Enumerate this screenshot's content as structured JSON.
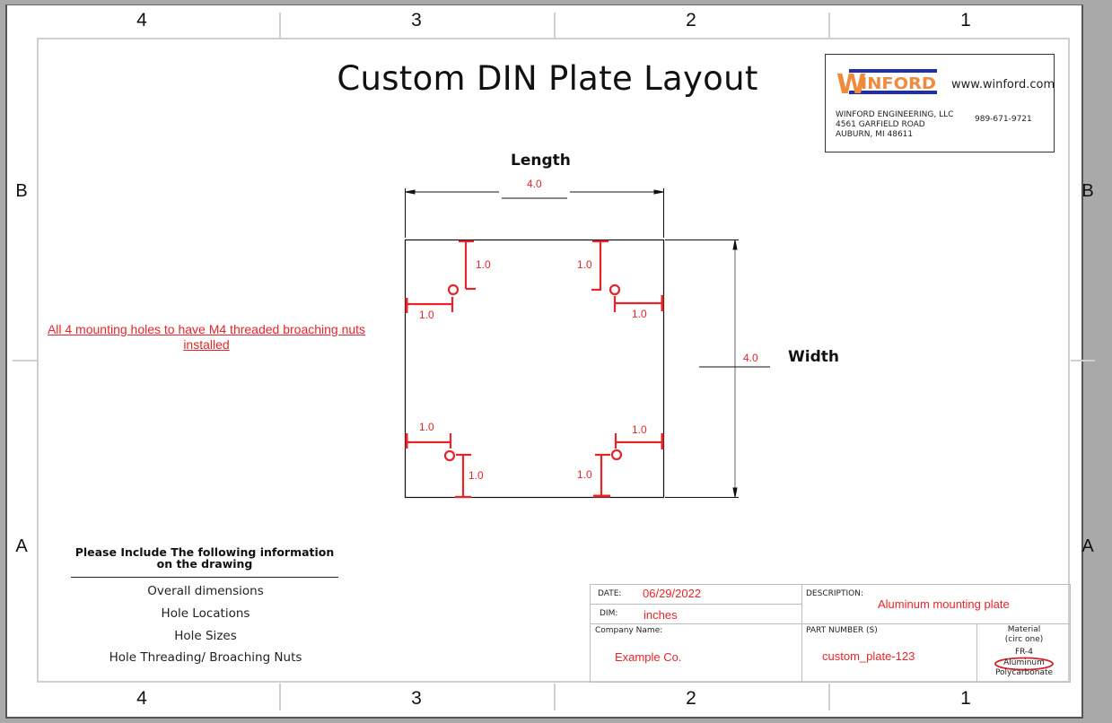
{
  "drawing": {
    "title": "Custom DIN Plate Layout",
    "zones": {
      "columns": [
        "4",
        "3",
        "2",
        "1"
      ],
      "rows": [
        "B",
        "A"
      ]
    },
    "length_label": "Length",
    "width_label": "Width",
    "length_value": "4.0",
    "width_value": "4.0",
    "hole_offsets": {
      "top_left_vertical": "1.0",
      "top_left_horizontal": "1.0",
      "top_right_vertical": "1.0",
      "top_right_horizontal": "1.0",
      "bottom_left_horizontal": "1.0",
      "bottom_left_vertical": "1.0",
      "bottom_right_horizontal": "1.0",
      "bottom_right_vertical": "1.0"
    },
    "note": "All 4 mounting holes to have M4 threaded broaching nuts installed",
    "colors": {
      "annotation_red": "#e8242a",
      "logo_orange": "#f08a3c",
      "logo_blue": "#1f2fa8"
    }
  },
  "logo_block": {
    "logo_text": "WINFORD",
    "website": "www.winford.com",
    "company_line1": "WINFORD ENGINEERING, LLC",
    "company_line2": "4561 GARFIELD ROAD",
    "company_line3": "AUBURN, MI 48611",
    "phone": "989-671-9721"
  },
  "info_panel": {
    "heading": "Please Include The following information on the drawing",
    "items": [
      "Overall dimensions",
      "Hole Locations",
      "Hole Sizes",
      "Hole Threading/ Broaching Nuts"
    ]
  },
  "title_block": {
    "date_label": "DATE:",
    "date_value": "06/29/2022",
    "dim_label": "DIM:",
    "dim_value": "inches",
    "company_label": "Company Name:",
    "company_value": "Example Co.",
    "description_label": "DESCRIPTION:",
    "description_value": "Aluminum mounting plate",
    "part_number_label": "PART NUMBER (S)",
    "part_number_value": "custom_plate-123",
    "material_label": "Material",
    "material_hint": "(circ one)",
    "material_options": [
      "FR-4",
      "Aluminum",
      "Polycarbonate"
    ],
    "material_selected": "Aluminum"
  }
}
